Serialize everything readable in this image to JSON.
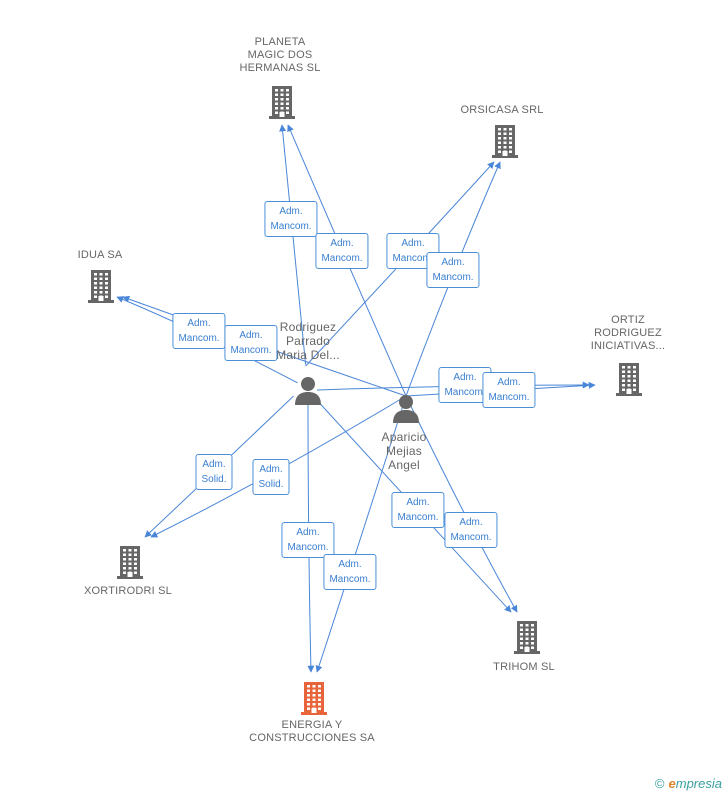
{
  "colors": {
    "edge": "#4a86d8",
    "company": "#666666",
    "focus_company": "#e8643a",
    "person": "#666666"
  },
  "companies": [
    {
      "id": "planeta",
      "label": "PLANETA\nMAGIC DOS\nHERMANAS SL",
      "focus": false
    },
    {
      "id": "orsicasa",
      "label": "ORSICASA SRL",
      "focus": false
    },
    {
      "id": "idua",
      "label": "IDUA SA",
      "focus": false
    },
    {
      "id": "ortiz",
      "label": "ORTIZ\nRODRIGUEZ\nINICIATIVAS...",
      "focus": false
    },
    {
      "id": "xortirodri",
      "label": "XORTIRODRI SL",
      "focus": false
    },
    {
      "id": "trihom",
      "label": "TRIHOM SL",
      "focus": false
    },
    {
      "id": "energia",
      "label": "ENERGIA Y\nCONSTRUCCIONES SA",
      "focus": true
    }
  ],
  "persons": [
    {
      "id": "rodriguez",
      "label": "Rodriguez\nParrado\nMaria Del..."
    },
    {
      "id": "aparicio",
      "label": "Aparicio\nMejias\nAngel"
    }
  ],
  "edges": [
    {
      "from": "rodriguez",
      "to": "planeta",
      "label": "Adm.\nMancom."
    },
    {
      "from": "aparicio",
      "to": "planeta",
      "label": "Adm.\nMancom."
    },
    {
      "from": "rodriguez",
      "to": "orsicasa",
      "label": "Adm.\nMancom."
    },
    {
      "from": "aparicio",
      "to": "orsicasa",
      "label": "Adm.\nMancom."
    },
    {
      "from": "rodriguez",
      "to": "idua",
      "label": "Adm.\nMancom."
    },
    {
      "from": "aparicio",
      "to": "idua",
      "label": "Adm.\nMancom."
    },
    {
      "from": "rodriguez",
      "to": "ortiz",
      "label": "Adm.\nMancom."
    },
    {
      "from": "aparicio",
      "to": "ortiz",
      "label": "Adm.\nMancom."
    },
    {
      "from": "rodriguez",
      "to": "xortirodri",
      "label": "Adm.\nSolid."
    },
    {
      "from": "aparicio",
      "to": "xortirodri",
      "label": "Adm.\nSolid."
    },
    {
      "from": "rodriguez",
      "to": "trihom",
      "label": "Adm.\nMancom."
    },
    {
      "from": "aparicio",
      "to": "trihom",
      "label": "Adm.\nMancom."
    },
    {
      "from": "rodriguez",
      "to": "energia",
      "label": "Adm.\nMancom."
    },
    {
      "from": "aparicio",
      "to": "energia",
      "label": "Adm.\nMancom."
    }
  ],
  "footer": {
    "copyright": "©",
    "brand_first": "e",
    "brand_rest": "mpresia"
  }
}
